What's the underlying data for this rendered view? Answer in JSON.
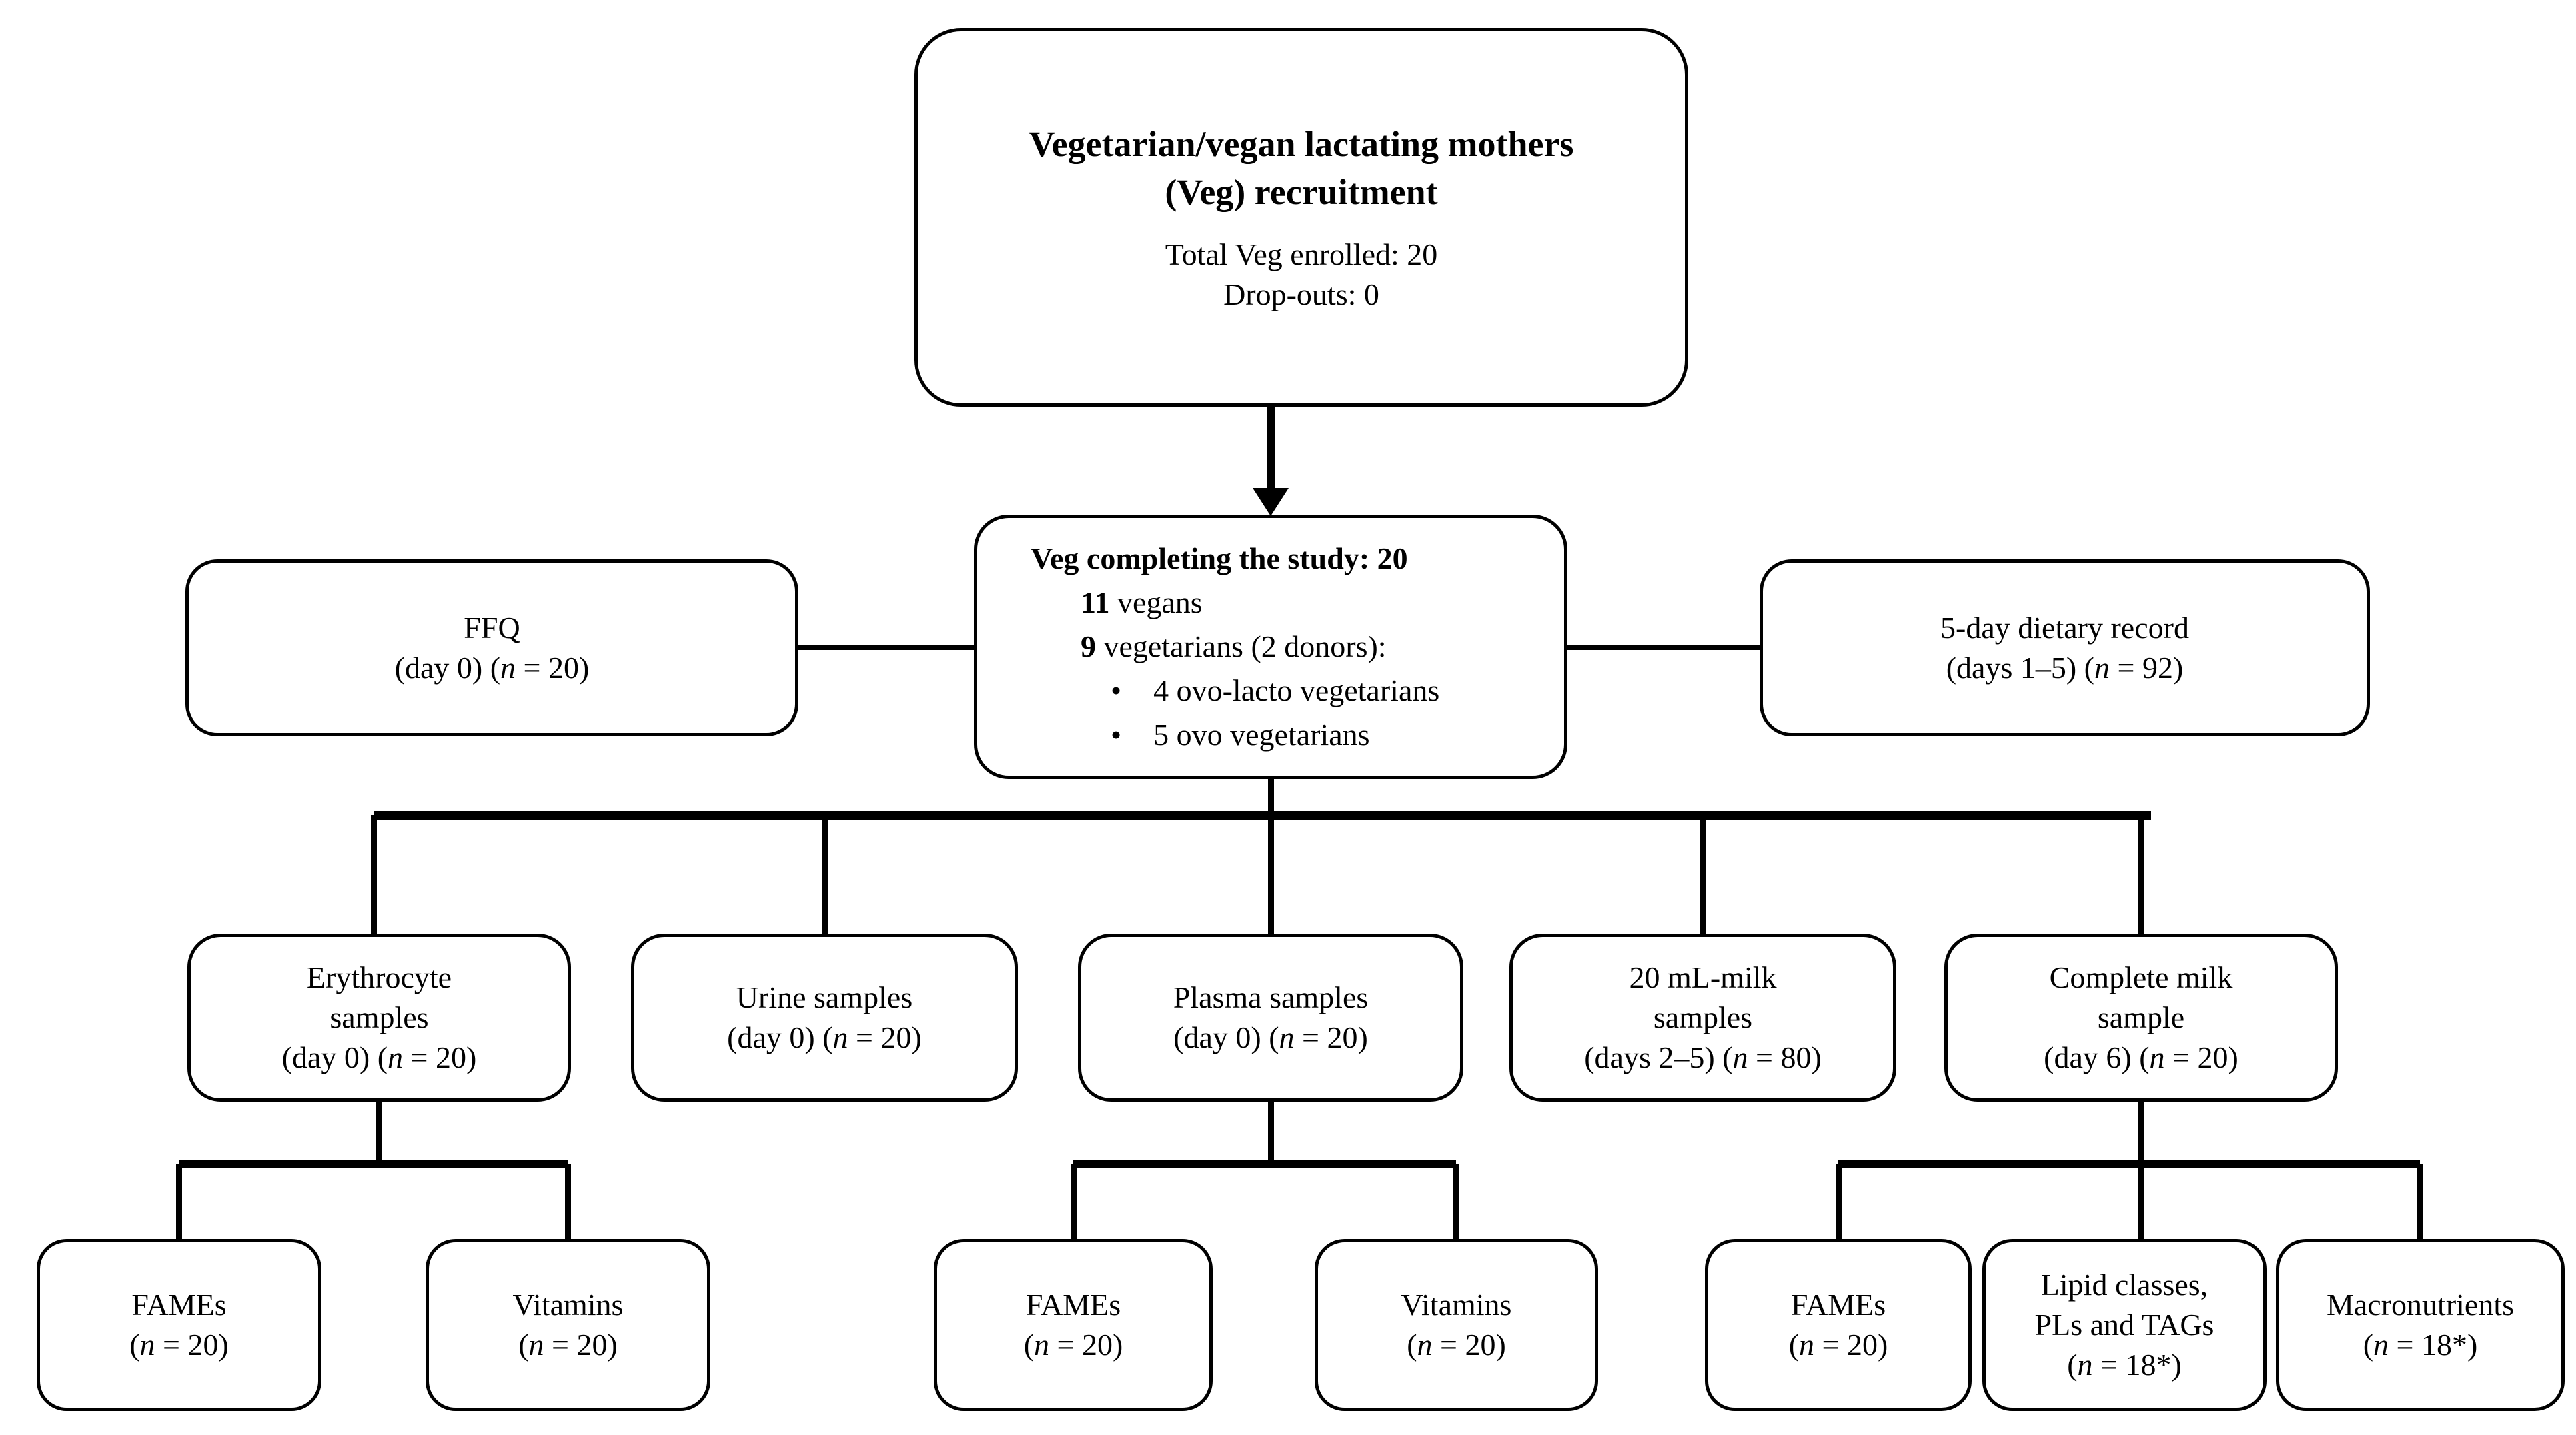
{
  "colors": {
    "line": "#000000",
    "background": "#ffffff"
  },
  "diagram": {
    "type": "flowchart",
    "nodes": [
      {
        "id": "recruitment",
        "align": "center",
        "lines": [
          {
            "title": true,
            "runs": [
              {
                "t": "Vegetarian/vegan lactating mothers",
                "b": true
              }
            ]
          },
          {
            "title": true,
            "runs": [
              {
                "t": "(Veg) recruitment",
                "b": true
              }
            ]
          },
          {
            "gap": true,
            "runs": [
              {
                "t": "Total Veg enrolled: 20"
              }
            ]
          },
          {
            "runs": [
              {
                "t": "Drop-outs: 0"
              }
            ]
          }
        ]
      },
      {
        "id": "completing",
        "align": "left",
        "lines": [
          {
            "runs": [
              {
                "t": "Veg completing the study: 20",
                "b": true
              }
            ]
          },
          {
            "indent": 1,
            "runs": [
              {
                "t": "11",
                "b": true
              },
              {
                "t": " vegans"
              }
            ]
          },
          {
            "indent": 1,
            "runs": [
              {
                "t": "9",
                "b": true
              },
              {
                "t": " vegetarians (2 donors):"
              }
            ]
          },
          {
            "indent": 2,
            "runs": [
              {
                "t": "•",
                "bullet": true
              },
              {
                "t": "4 ovo-lacto vegetarians"
              }
            ]
          },
          {
            "indent": 2,
            "runs": [
              {
                "t": "•",
                "bullet": true
              },
              {
                "t": "5 ovo vegetarians"
              }
            ]
          }
        ]
      },
      {
        "id": "ffq",
        "align": "center",
        "lines": [
          {
            "runs": [
              {
                "t": "FFQ"
              }
            ]
          },
          {
            "runs": [
              {
                "t": "(day 0) ("
              },
              {
                "t": "n",
                "i": true
              },
              {
                "t": " = 20)"
              }
            ]
          }
        ]
      },
      {
        "id": "dietary",
        "align": "center",
        "lines": [
          {
            "runs": [
              {
                "t": "5-day dietary record"
              }
            ]
          },
          {
            "runs": [
              {
                "t": "(days 1–5) ("
              },
              {
                "t": "n",
                "i": true
              },
              {
                "t": " = 92)"
              }
            ]
          }
        ]
      },
      {
        "id": "erythrocyte",
        "align": "center",
        "lines": [
          {
            "runs": [
              {
                "t": "Erythrocyte"
              }
            ]
          },
          {
            "runs": [
              {
                "t": "samples"
              }
            ]
          },
          {
            "runs": [
              {
                "t": "(day 0) ("
              },
              {
                "t": "n",
                "i": true
              },
              {
                "t": " = 20)"
              }
            ]
          }
        ]
      },
      {
        "id": "urine",
        "align": "center",
        "lines": [
          {
            "runs": [
              {
                "t": "Urine samples"
              }
            ]
          },
          {
            "runs": [
              {
                "t": "(day 0) ("
              },
              {
                "t": "n",
                "i": true
              },
              {
                "t": " = 20)"
              }
            ]
          }
        ]
      },
      {
        "id": "plasma",
        "align": "center",
        "lines": [
          {
            "runs": [
              {
                "t": "Plasma samples"
              }
            ]
          },
          {
            "runs": [
              {
                "t": "(day 0) ("
              },
              {
                "t": "n",
                "i": true
              },
              {
                "t": " = 20)"
              }
            ]
          }
        ]
      },
      {
        "id": "milk20",
        "align": "center",
        "lines": [
          {
            "runs": [
              {
                "t": "20 mL-milk"
              }
            ]
          },
          {
            "runs": [
              {
                "t": "samples"
              }
            ]
          },
          {
            "runs": [
              {
                "t": "(days 2–5) ("
              },
              {
                "t": "n",
                "i": true
              },
              {
                "t": " = 80)"
              }
            ]
          }
        ]
      },
      {
        "id": "complete_milk",
        "align": "center",
        "lines": [
          {
            "runs": [
              {
                "t": "Complete milk"
              }
            ]
          },
          {
            "runs": [
              {
                "t": "sample"
              }
            ]
          },
          {
            "runs": [
              {
                "t": "(day 6) ("
              },
              {
                "t": "n",
                "i": true
              },
              {
                "t": " = 20)"
              }
            ]
          }
        ]
      },
      {
        "id": "fames_erythrocyte",
        "align": "center",
        "lines": [
          {
            "runs": [
              {
                "t": "FAMEs"
              }
            ]
          },
          {
            "runs": [
              {
                "t": "("
              },
              {
                "t": "n",
                "i": true
              },
              {
                "t": " = 20)"
              }
            ]
          }
        ]
      },
      {
        "id": "vitamins_erythrocyte",
        "align": "center",
        "lines": [
          {
            "runs": [
              {
                "t": "Vitamins"
              }
            ]
          },
          {
            "runs": [
              {
                "t": "("
              },
              {
                "t": "n",
                "i": true
              },
              {
                "t": " = 20)"
              }
            ]
          }
        ]
      },
      {
        "id": "fames_plasma",
        "align": "center",
        "lines": [
          {
            "runs": [
              {
                "t": "FAMEs"
              }
            ]
          },
          {
            "runs": [
              {
                "t": "("
              },
              {
                "t": "n",
                "i": true
              },
              {
                "t": " = 20)"
              }
            ]
          }
        ]
      },
      {
        "id": "vitamins_plasma",
        "align": "center",
        "lines": [
          {
            "runs": [
              {
                "t": "Vitamins"
              }
            ]
          },
          {
            "runs": [
              {
                "t": "("
              },
              {
                "t": "n",
                "i": true
              },
              {
                "t": " = 20)"
              }
            ]
          }
        ]
      },
      {
        "id": "fames_milk",
        "align": "center",
        "lines": [
          {
            "runs": [
              {
                "t": "FAMEs"
              }
            ]
          },
          {
            "runs": [
              {
                "t": "("
              },
              {
                "t": "n",
                "i": true
              },
              {
                "t": " = 20)"
              }
            ]
          }
        ]
      },
      {
        "id": "lipid_classes",
        "align": "center",
        "lines": [
          {
            "runs": [
              {
                "t": "Lipid classes,"
              }
            ]
          },
          {
            "runs": [
              {
                "t": "PLs and TAGs"
              }
            ]
          },
          {
            "runs": [
              {
                "t": "("
              },
              {
                "t": "n",
                "i": true
              },
              {
                "t": " = 18*)"
              }
            ]
          }
        ]
      },
      {
        "id": "macronutrients",
        "align": "center",
        "lines": [
          {
            "runs": [
              {
                "t": "Macronutrients"
              }
            ]
          },
          {
            "runs": [
              {
                "t": "("
              },
              {
                "t": "n",
                "i": true
              },
              {
                "t": " = 18*)"
              }
            ]
          }
        ]
      }
    ]
  }
}
